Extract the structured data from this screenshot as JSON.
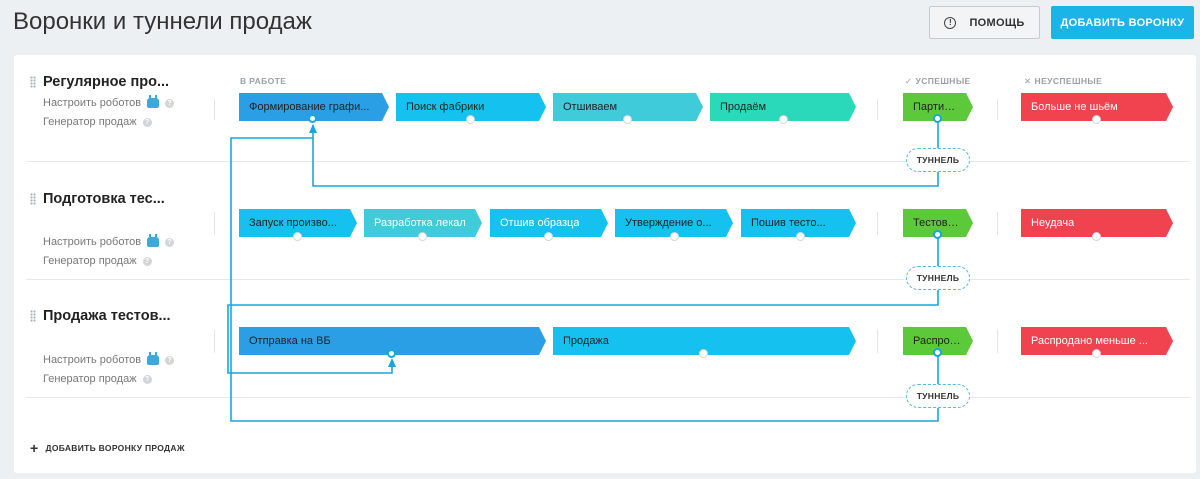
{
  "header": {
    "title": "Воронки и туннели продаж",
    "help_label": "ПОМОЩЬ",
    "add_label": "ДОБАВИТЬ ВОРОНКУ"
  },
  "columns": {
    "in_work": "В РАБОТЕ",
    "success": "УСПЕШНЫЕ",
    "fail": "НЕУСПЕШНЫЕ"
  },
  "pipelines": [
    {
      "name": "Регулярное про...",
      "robots": "Настроить роботов",
      "generator": "Генератор продаж",
      "stages": [
        "Формирование графи...",
        "Поиск фабрики",
        "Отшиваем",
        "Продаём"
      ],
      "success": "Партия ...",
      "fail": "Больше не шьём"
    },
    {
      "name": "Подготовка тес...",
      "robots": "Настроить роботов",
      "generator": "Генератор продаж",
      "stages": [
        "Запуск произво...",
        "Разработка лекал",
        "Отшив образца",
        "Утверждение о...",
        "Пошив тесто..."
      ],
      "success": "Тестова...",
      "fail": "Неудача"
    },
    {
      "name": "Продажа тестов...",
      "robots": "Настроить роботов",
      "generator": "Генератор продаж",
      "stages": [
        "Отправка на ВБ",
        "Продажа"
      ],
      "success": "Распрод...",
      "fail": "Распродано меньше ..."
    }
  ],
  "tunnel_label": "ТУННЕЛЬ",
  "add_funnel_label": "ДОБАВИТЬ ВОРОНКУ ПРОДАЖ",
  "colors": {
    "accent": "#1bb4e8",
    "success": "#5cc93a",
    "fail": "#f0424f",
    "tunnel_line": "#1aa6dd"
  }
}
